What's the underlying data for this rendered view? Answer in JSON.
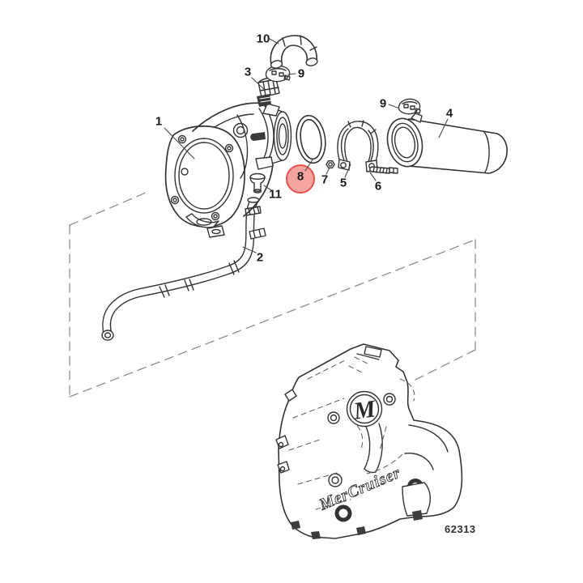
{
  "diagram": {
    "part_number": "62313",
    "brand_text": "MerCruiser",
    "logo_letter": "M",
    "highlighted_callout": "8",
    "highlight_fill": "#f4a5a0",
    "highlight_border": "#e4534d",
    "line_color": "#333333",
    "dash_color": "#8f8f8f",
    "callouts": [
      {
        "label": "1"
      },
      {
        "label": "2"
      },
      {
        "label": "3"
      },
      {
        "label": "4"
      },
      {
        "label": "5"
      },
      {
        "label": "6"
      },
      {
        "label": "7"
      },
      {
        "label": "8"
      },
      {
        "label": "9"
      },
      {
        "label": "9"
      },
      {
        "label": "10"
      },
      {
        "label": "11"
      }
    ]
  }
}
